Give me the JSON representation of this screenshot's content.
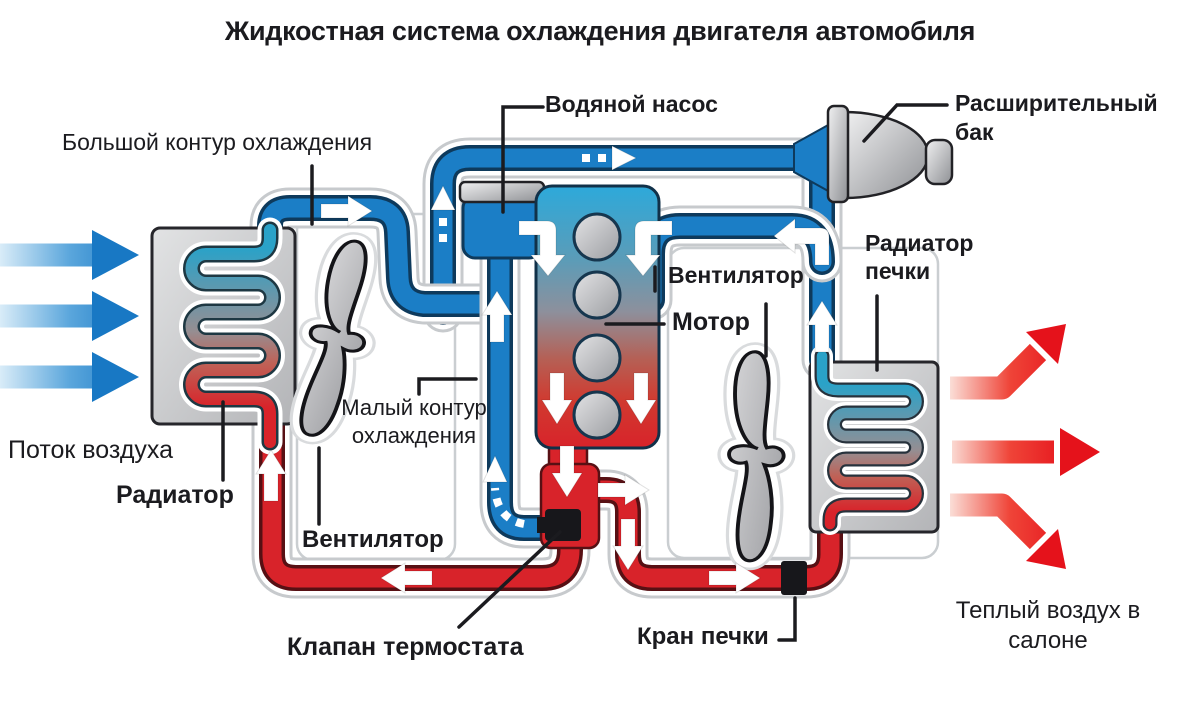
{
  "title": "Жидкостная система охлаждения двигателя автомобиля",
  "labels": {
    "big_circuit": "Большой контур охлаждения",
    "water_pump": "Водяной насос",
    "expansion_tank": "Расширительный бак",
    "fan_right": "Вентилятор",
    "motor": "Мотор",
    "heater_radiator": "Радиатор печки",
    "small_circuit": "Малый контур охлаждения",
    "air_flow": "Поток воздуха",
    "radiator": "Радиатор",
    "fan_left": "Вентилятор",
    "thermostat_valve": "Клапан термостата",
    "heater_valve": "Кран печки",
    "warm_air": "Теплый воздух в салоне"
  },
  "colors": {
    "coolant_cold": "#1b7ec6",
    "coolant_hot": "#d8232a",
    "metal_gray": "#b8babd",
    "label_text": "#1b1b1f",
    "background": "#ffffff"
  }
}
